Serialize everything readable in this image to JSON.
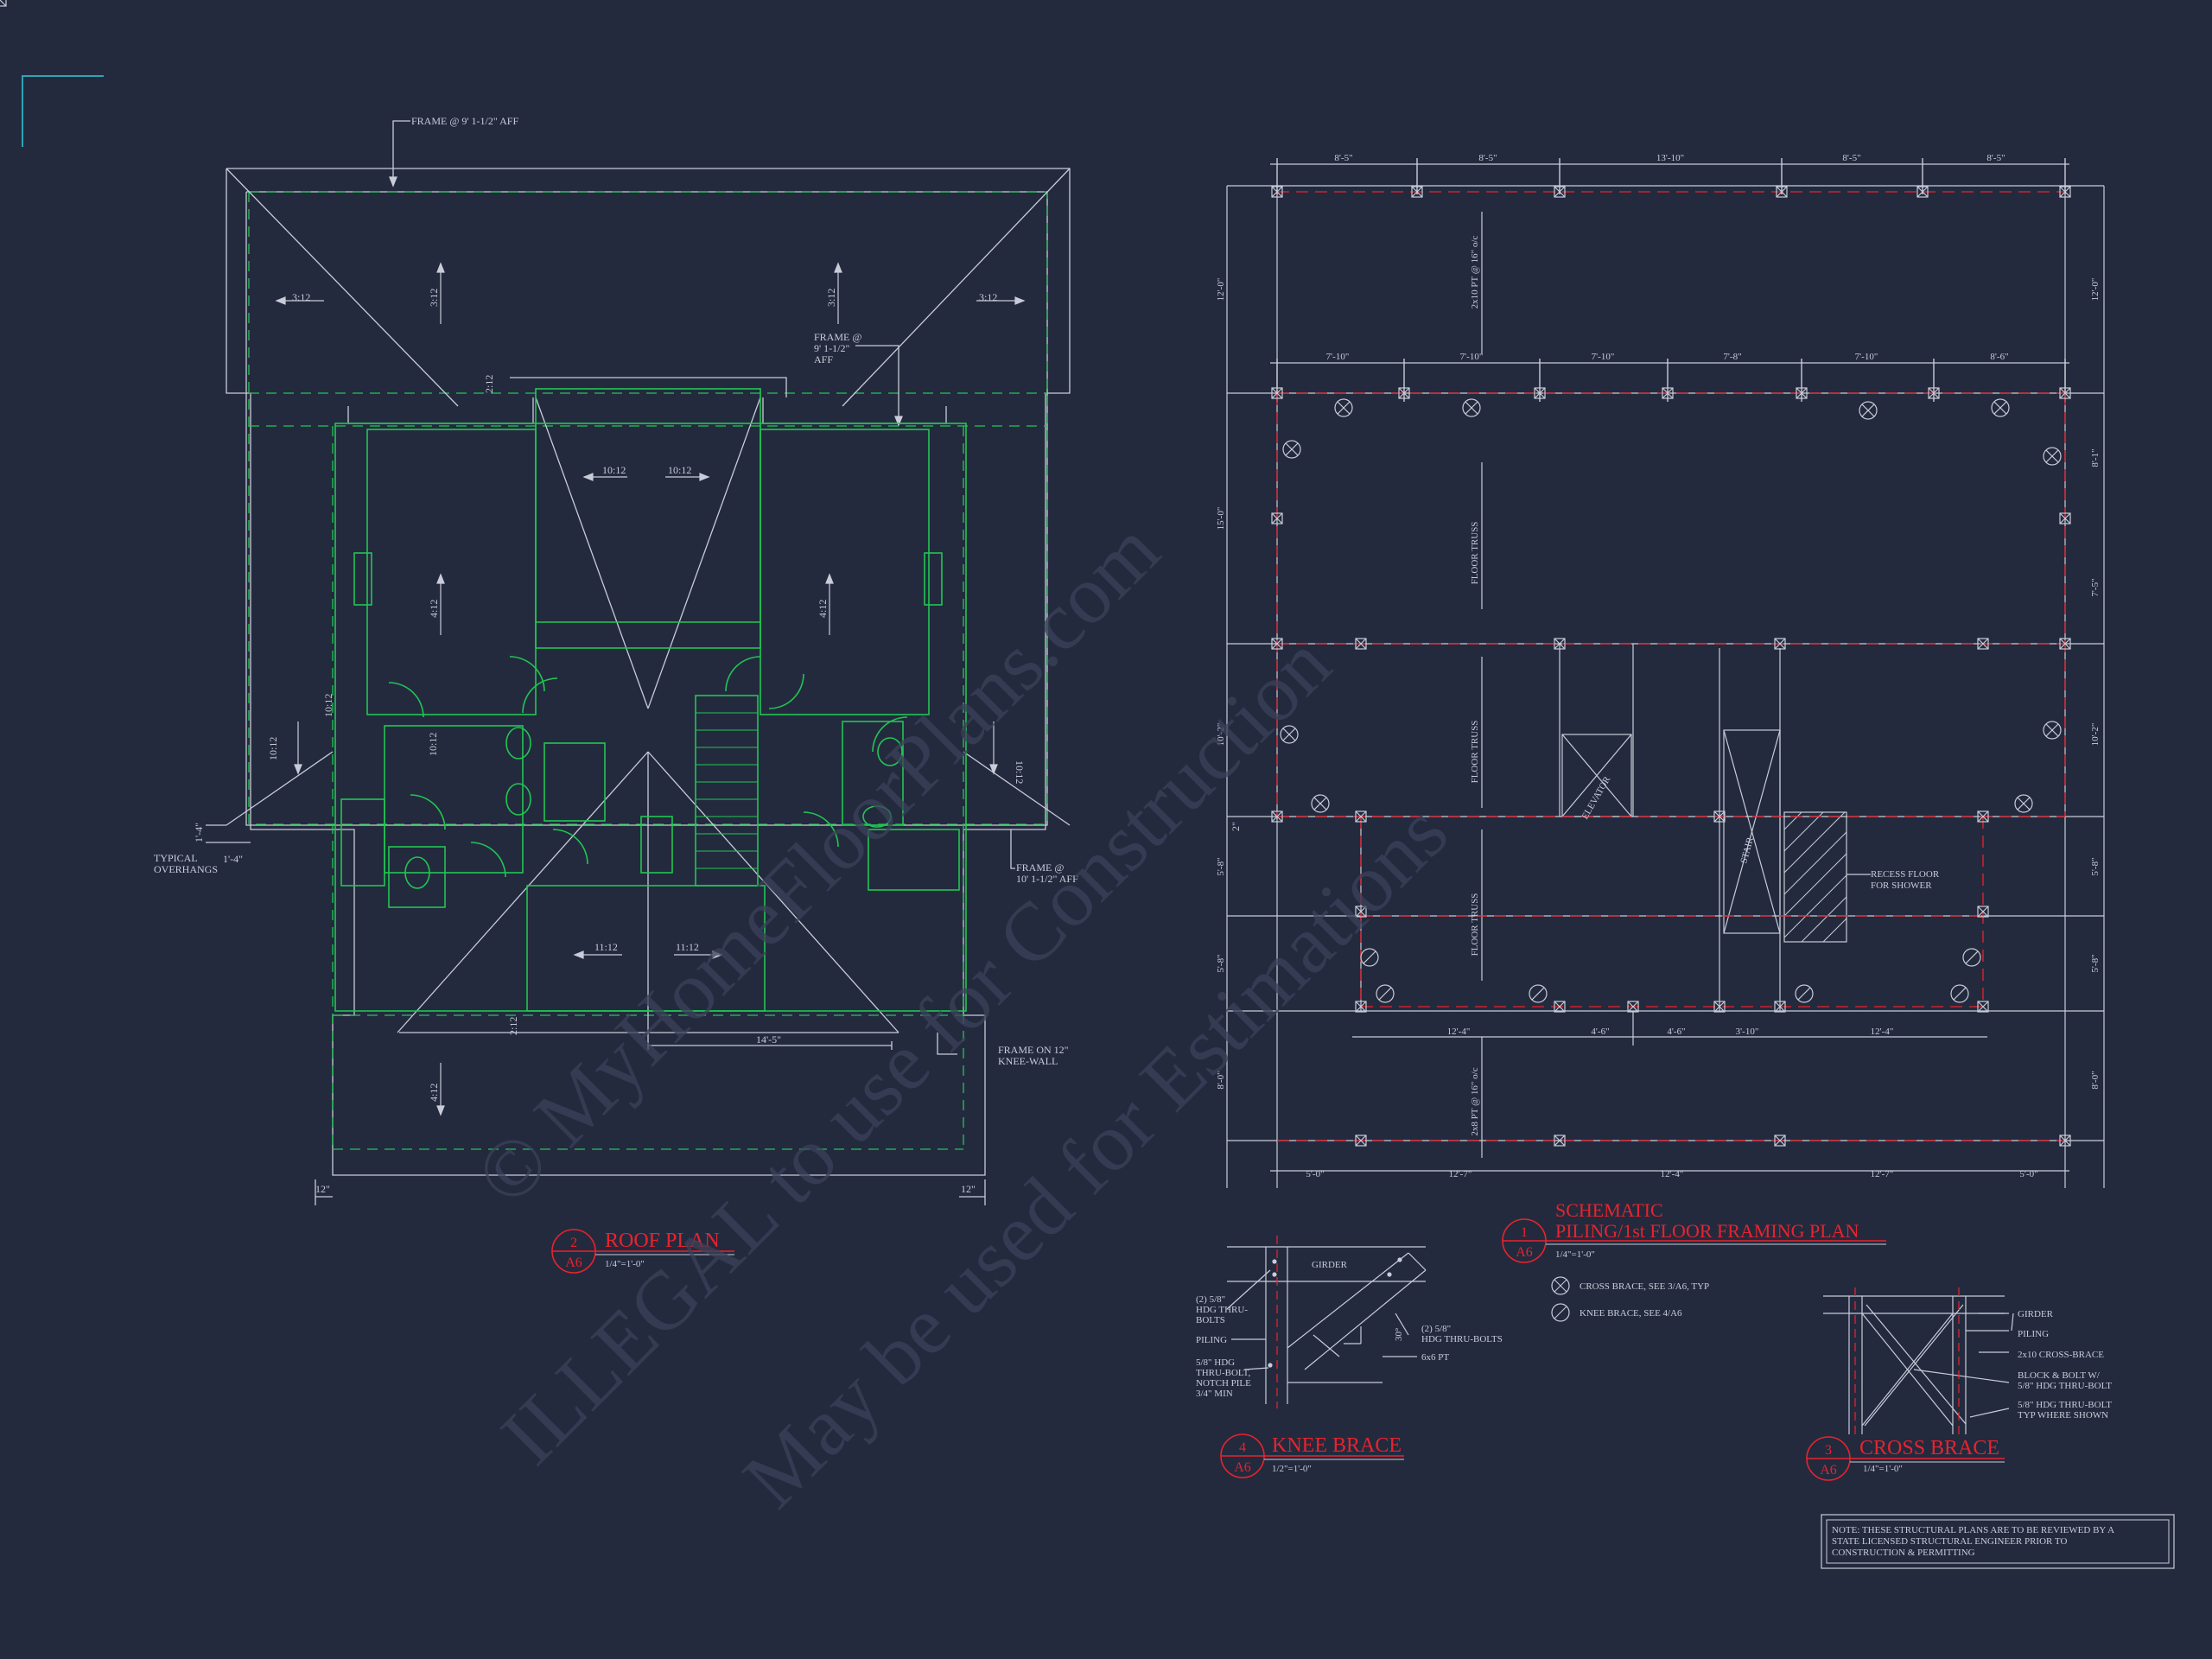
{
  "colors": {
    "background": "#232a3e",
    "line": "#c9ccd8",
    "green": "#22c552",
    "red": "#e8232d",
    "cyan": "#2fa3b5",
    "watermark": "#3a4159"
  },
  "watermark": {
    "line1": "© MyHomeFloorPlans.com",
    "line2": "ILLEGAL to use for Construction",
    "line3": "May be used for Estimations"
  },
  "roof_plan": {
    "callout_top": "FRAME @ 9' 1-1/2\" AFF",
    "callout_mid_line1": "FRAME @",
    "callout_mid_line2": "9' 1-1/2\"",
    "callout_mid_line3": "AFF",
    "callout_right_line1": "FRAME @",
    "callout_right_line2": "10' 1-1/2\" AFF",
    "callout_knee_line1": "FRAME ON 12\"",
    "callout_knee_line2": "KNEE-WALL",
    "typical_line1": "TYPICAL",
    "typical_line2": "OVERHANGS",
    "slopes": {
      "s312_left": "3:12",
      "s312_right": "3:12",
      "s312_up_left": "3:12",
      "s312_up_right": "3:12",
      "s1012_left": "10:12",
      "s1012_right": "10:12",
      "s412_left": "4:12",
      "s412_right": "4:12",
      "s1012_vl": "10:12",
      "s1012_vr": "10:12",
      "s1012_v2": "10:12",
      "s1012_v3": "10:12",
      "s1112_left": "11:12",
      "s1112_right": "11:12",
      "s412_bottom": "4:12",
      "s212_top": "2:12",
      "s212_bottom": "2:12"
    },
    "dims": {
      "d14_5": "14'-5\"",
      "d1_4a": "1'-4\"",
      "d1_4b": "1'-4\"",
      "d12a": "12\"",
      "d12b": "12\"",
      "d2a": "2\""
    },
    "title_num": "2",
    "title_sheet": "A6",
    "title": "ROOF PLAN",
    "scale": "1/4\"=1'-0\""
  },
  "framing_plan": {
    "top_dims": [
      "8'-5\"",
      "8'-5\"",
      "13'-10\"",
      "8'-5\"",
      "8'-5\""
    ],
    "row2_dims": [
      "7'-10\"",
      "7'-10\"",
      "7'-10\"",
      "7'-8\"",
      "7'-10\"",
      "8'-6\""
    ],
    "left_dims": [
      "12'-0\"",
      "15'-0\"",
      "10'-2\"",
      "5'-8\"",
      "5'-8\"",
      "8'-0\""
    ],
    "right_dims": [
      "12'-0\"",
      "8'-1\"",
      "7'-5\"",
      "10'-2\"",
      "5'-8\"",
      "5'-8\"",
      "8'-0\""
    ],
    "inner_dims": [
      "12'-4\"",
      "4'-6\"",
      "4'-6\"",
      "3'-10\"",
      "12'-4\""
    ],
    "bottom_dims": [
      "5'-0\"",
      "12'-7\"",
      "12'-4\"",
      "12'-7\"",
      "5'-0\""
    ],
    "floor_truss": "FLOOR TRUSS",
    "pt_top": "2x10 PT @ 16\" o/c",
    "pt_bottom": "2x8 PT @ 16\" o/c",
    "elevator": "ELEVATOR",
    "stair": "STAIR",
    "recess_line1": "RECESS FLOOR",
    "recess_line2": "FOR SHOWER",
    "title_num": "1",
    "title_sheet": "A6",
    "title_line1": "SCHEMATIC",
    "title_line2": "PILING/1st FLOOR FRAMING PLAN",
    "scale": "1/4\"=1'-0\"",
    "legend1": "CROSS BRACE, SEE 3/A6, TYP",
    "legend2": "KNEE BRACE, SEE 4/A6"
  },
  "knee_brace": {
    "girder": "GIRDER",
    "bolts_line1": "(2) 5/8\"",
    "bolts_line2": "HDG THRU-",
    "bolts_line3": "BOLTS",
    "piling": "PILING",
    "note_line1": "5/8\" HDG",
    "note_line2": "THRU-BOLT,",
    "note_line3": "NOTCH PILE",
    "note_line4": "3/4\" MIN",
    "right_line1": "(2) 5/8\"",
    "right_line2": "HDG THRU-BOLTS",
    "pt": "6x6 PT",
    "angle": "30°",
    "title_num": "4",
    "title_sheet": "A6",
    "title": "KNEE BRACE",
    "scale": "1/2\"=1'-0\""
  },
  "cross_brace": {
    "girder": "GIRDER",
    "piling": "PILING",
    "brace": "2x10 CROSS-BRACE",
    "block_line1": "BLOCK & BOLT W/",
    "block_line2": "5/8\" HDG THRU-BOLT",
    "thru_line1": "5/8\" HDG THRU-BOLT",
    "thru_line2": "TYP WHERE SHOWN",
    "title_num": "3",
    "title_sheet": "A6",
    "title": "CROSS BRACE",
    "scale": "1/4\"=1'-0\""
  },
  "note": {
    "line1": "NOTE: THESE STRUCTURAL PLANS ARE TO BE REVIEWED BY A",
    "line2": "STATE LICENSED STRUCTURAL ENGINEER PRIOR TO",
    "line3": "CONSTRUCTION & PERMITTING"
  }
}
